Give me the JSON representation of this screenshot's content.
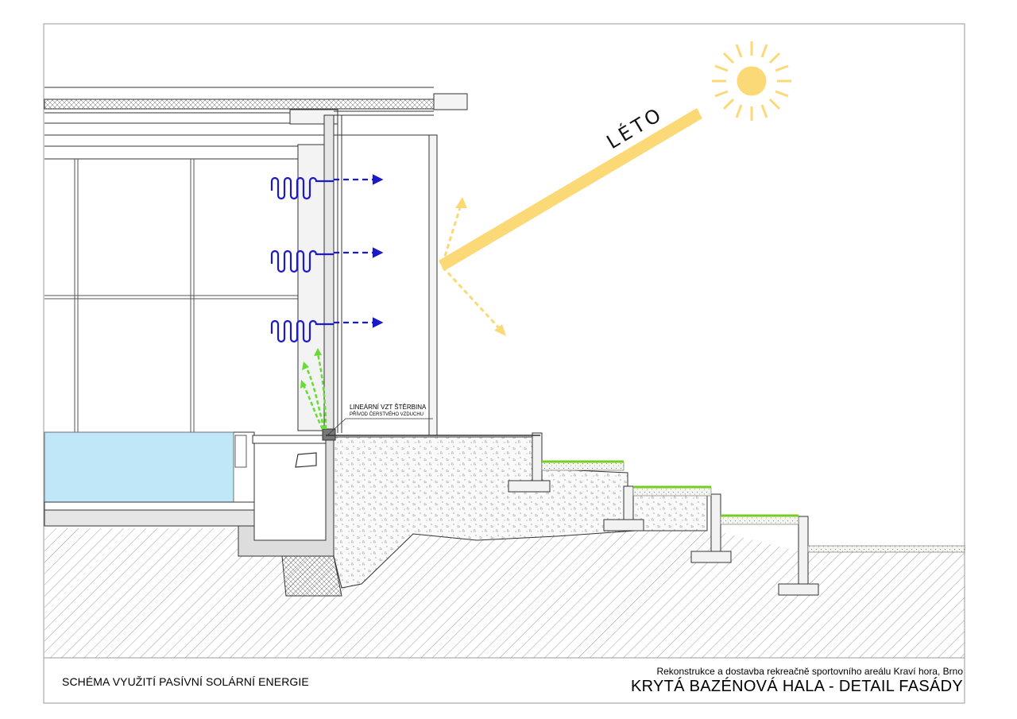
{
  "drawing": {
    "season_label": "LÉTO",
    "annotation_line1": "LINEÁRNÍ VZT ŠTĚRBINA",
    "annotation_line2": "PŘÍVOD ČERSTVÉHO VZDUCHU"
  },
  "title_block": {
    "left_title": "SCHÉMA VYUŽITÍ PASÍVNÍ SOLÁRNÍ ENERGIE",
    "project": "Rekonstrukce a dostavba rekreačně sportovního areálu Kraví hora, Brno",
    "sheet_title": "KRYTÁ BAZÉNOVÁ HALA - DETAIL FASÁDY"
  },
  "colors": {
    "sun": "#fcd977",
    "heat": "#1a1acc",
    "fresh_air": "#66dd33",
    "water": "#bfe7f7",
    "grass": "#77cc22"
  }
}
